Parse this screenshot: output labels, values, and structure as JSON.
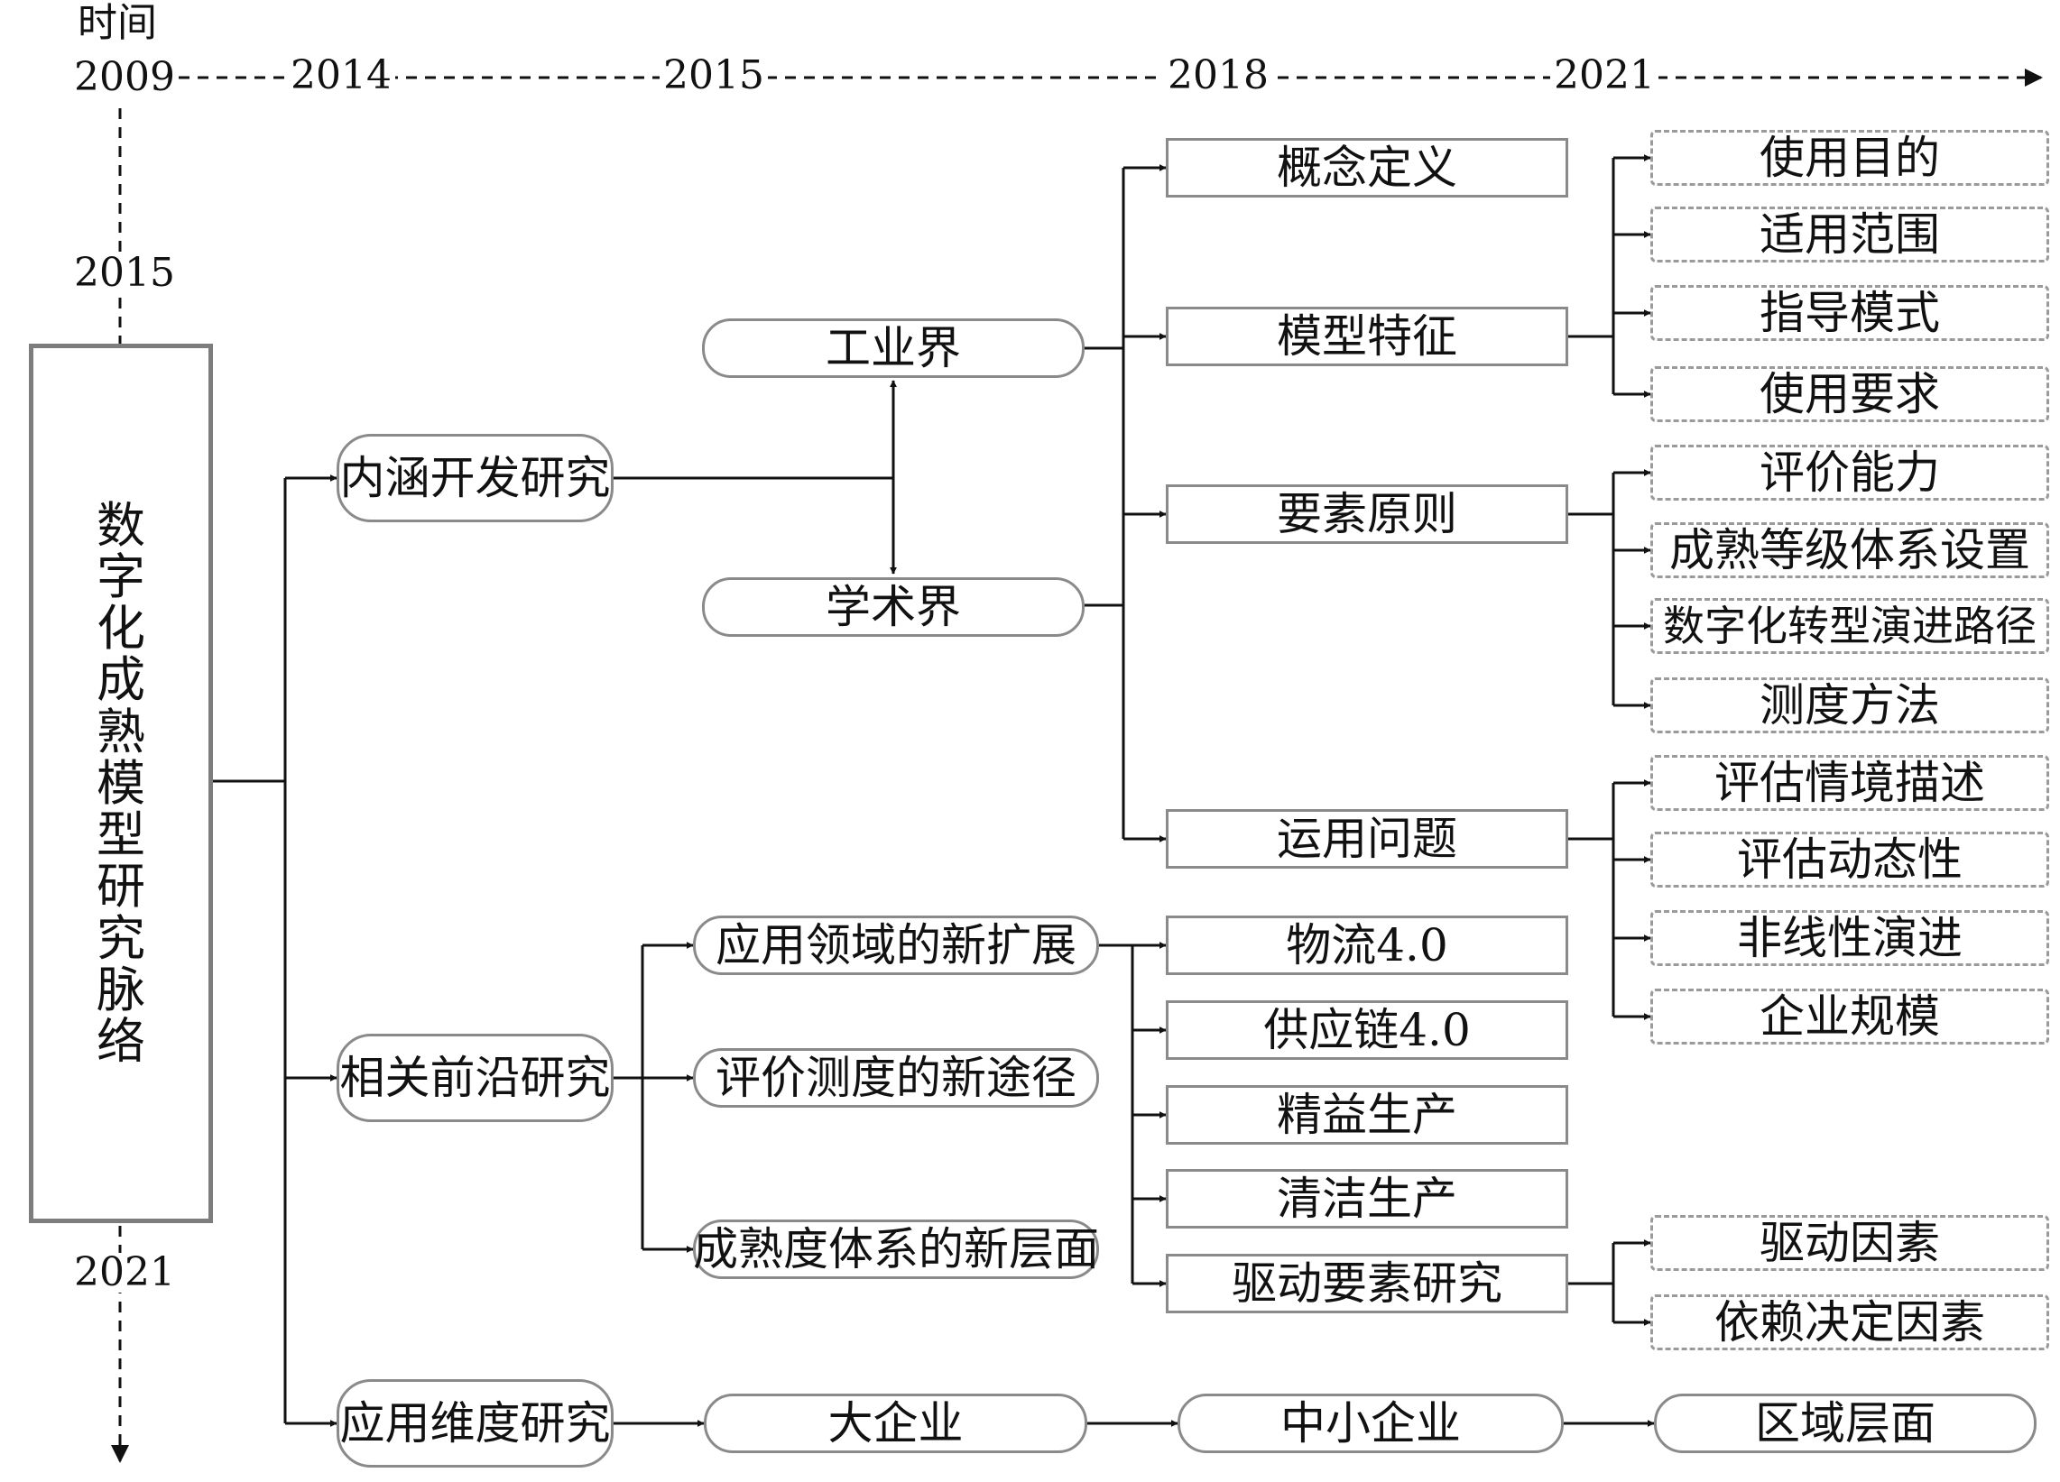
{
  "time_axis": {
    "title": "时间",
    "years": [
      "2009",
      "2014",
      "2015",
      "2018",
      "2021"
    ],
    "vertical_years": [
      "2015",
      "2021"
    ]
  },
  "root": {
    "label": "数字化成熟模型研究脉络",
    "chars": [
      "数",
      "字",
      "化",
      "成",
      "熟",
      "模",
      "型",
      "研",
      "究",
      "脉",
      "络"
    ]
  },
  "level1": {
    "connotation": "内涵开发研究",
    "frontier": "相关前沿研究",
    "application": "应用维度研究"
  },
  "level2": {
    "industry": "工业界",
    "academia": "学术界",
    "new_domains": "应用领域的新扩展",
    "new_measures": "评价测度的新途径",
    "new_levels": "成熟度体系的新层面",
    "large_firm": "大企业"
  },
  "level3": {
    "concept": "概念定义",
    "model_features": "模型特征",
    "elements": "要素原则",
    "usage": "运用问题",
    "logistics": "物流4.0",
    "supply_chain": "供应链4.0",
    "lean": "精益生产",
    "clean": "清洁生产",
    "drivers": "驱动要素研究",
    "sme": "中小企业"
  },
  "level4": {
    "purpose": "使用目的",
    "scope": "适用范围",
    "guide_mode": "指导模式",
    "requirements": "使用要求",
    "eval_ability": "评价能力",
    "grade_system": "成熟等级体系设置",
    "transform_path": "数字化转型演进路径",
    "measure_method": "测度方法",
    "scenario": "评估情境描述",
    "dynamics": "评估动态性",
    "nonlinear": "非线性演进",
    "firm_size": "企业规模",
    "driving_factor": "驱动因素",
    "dependency": "依赖决定因素",
    "region": "区域层面"
  },
  "colors": {
    "line": "#111111",
    "box_border": "#8a8a8a",
    "dashed_border": "#9a9a9a",
    "root_border": "#7d7d7d"
  }
}
